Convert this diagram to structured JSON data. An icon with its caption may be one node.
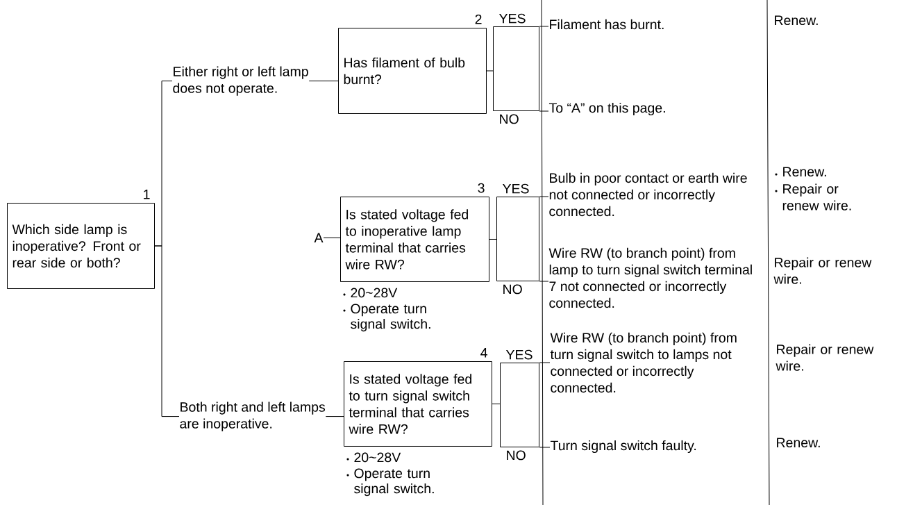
{
  "diagram": {
    "nodes": [
      {
        "text": [
          "Which side lamp is inoperative? Front or rear side or both?"
        ],
        "beside": [
          "1"
        ]
      },
      {
        "text": [
          "Either right or left lamp does not operate."
        ]
      },
      {
        "text": [
          "Has filament of bulb burnt?"
        ],
        "beside": [
          "2"
        ]
      },
      {
        "text": [],
        "shape": "box"
      },
      {
        "text": [
          "A"
        ]
      },
      {
        "text": [
          "Is stated voltage fed to inoperative lamp terminal that carries wire RW?"
        ],
        "beside": [
          "3",
          "20~28V",
          "Operate turn signal switch."
        ]
      },
      {
        "text": [],
        "shape": "box"
      },
      {
        "text": [
          "Both right and left lamps are inoperative."
        ]
      },
      {
        "text": [
          "Is stated voltage fed to turn signal switch terminal that carries wire RW?"
        ],
        "beside": [
          "4",
          "20~28V",
          "Operate turn signal switch."
        ]
      },
      {
        "text": [],
        "shape": "box"
      },
      {
        "text": [
          "Filament has burnt."
        ]
      },
      {
        "text": [
          "To “A” on this page."
        ]
      },
      {
        "text": [
          "Bulb in poor contact or earth wire not connected or incorrectly connected."
        ]
      },
      {
        "text": [
          "Wire RW (to branch point) from lamp to turn signal switch terminal 7 not connected or incorrectly connected."
        ]
      },
      {
        "text": [
          "Wire RW (to branch point) from turn signal switch to lamps not connected or incorrectly connected."
        ]
      },
      {
        "text": [
          "Turn signal switch faulty."
        ]
      }
    ],
    "edges": [
      {
        "from": 0,
        "to": 1,
        "arrow": "none"
      },
      {
        "from": 0,
        "to": 7,
        "arrow": "none"
      },
      {
        "from": 1,
        "to": 2,
        "arrow": "none"
      },
      {
        "from": 2,
        "to": 3,
        "arrow": "none"
      },
      {
        "from": 4,
        "to": 5,
        "arrow": "none"
      },
      {
        "from": 5,
        "to": 6,
        "arrow": "none"
      },
      {
        "from": 7,
        "to": 8,
        "arrow": "none"
      },
      {
        "from": 8,
        "to": 9,
        "arrow": "none"
      },
      {
        "from": 3,
        "to": 10,
        "arrow": "none",
        "label": "YES"
      },
      {
        "from": 3,
        "to": 11,
        "arrow": "none",
        "label": "NO"
      },
      {
        "from": 6,
        "to": 12,
        "arrow": "none",
        "label": "YES"
      },
      {
        "from": 6,
        "to": 13,
        "arrow": "none",
        "label": "NO"
      },
      {
        "from": 9,
        "to": 14,
        "arrow": "none",
        "label": "YES"
      },
      {
        "from": 9,
        "to": 15,
        "arrow": "none",
        "label": "NO"
      }
    ],
    "labels": [
      "Renew.",
      "Renew.",
      "Repair or renew wire.",
      "Repair or renew wire.",
      "Repair or renew wire.",
      "Renew."
    ]
  }
}
